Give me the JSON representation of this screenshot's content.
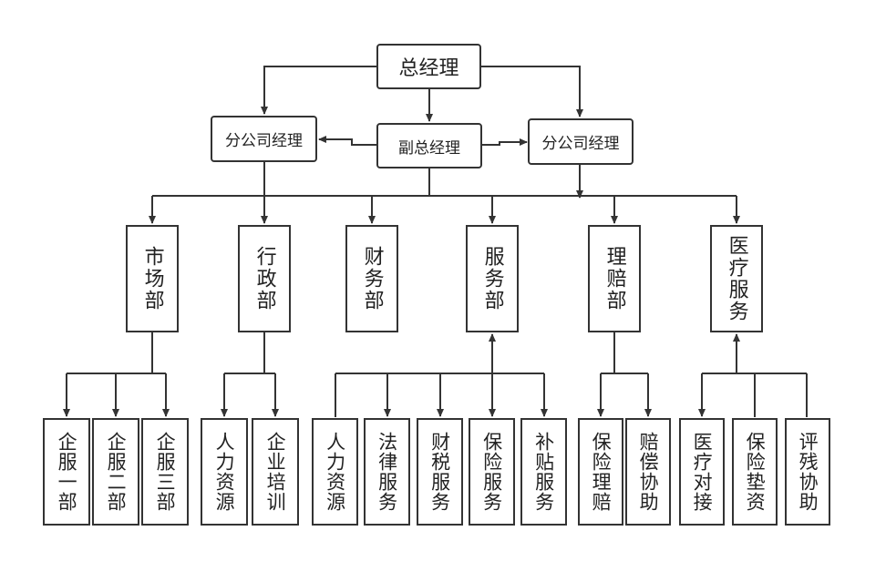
{
  "diagram": {
    "ceo": "总经理",
    "vice_ceo": "副总经理",
    "branch_left": "分公司经理",
    "branch_right": "分公司经理",
    "departments": [
      {
        "label": "市场部",
        "children": [
          "企服一部",
          "企服二部",
          "企服三部"
        ]
      },
      {
        "label": "行政部",
        "children": [
          "人力资源",
          "企业培训"
        ]
      },
      {
        "label": "财务部",
        "children": []
      },
      {
        "label": "服务部",
        "children": [
          "人力资源",
          "法律服务",
          "财税服务",
          "保险服务",
          "补贴服务"
        ]
      },
      {
        "label": "理赔部",
        "children": [
          "保险理赔",
          "赔偿协助"
        ]
      },
      {
        "label": "医疗服务",
        "children": [
          "医疗对接",
          "保险垫资",
          "评残协助"
        ]
      }
    ],
    "colors": {
      "line": "#333333",
      "box_border": "#333333",
      "background": "#ffffff"
    }
  }
}
